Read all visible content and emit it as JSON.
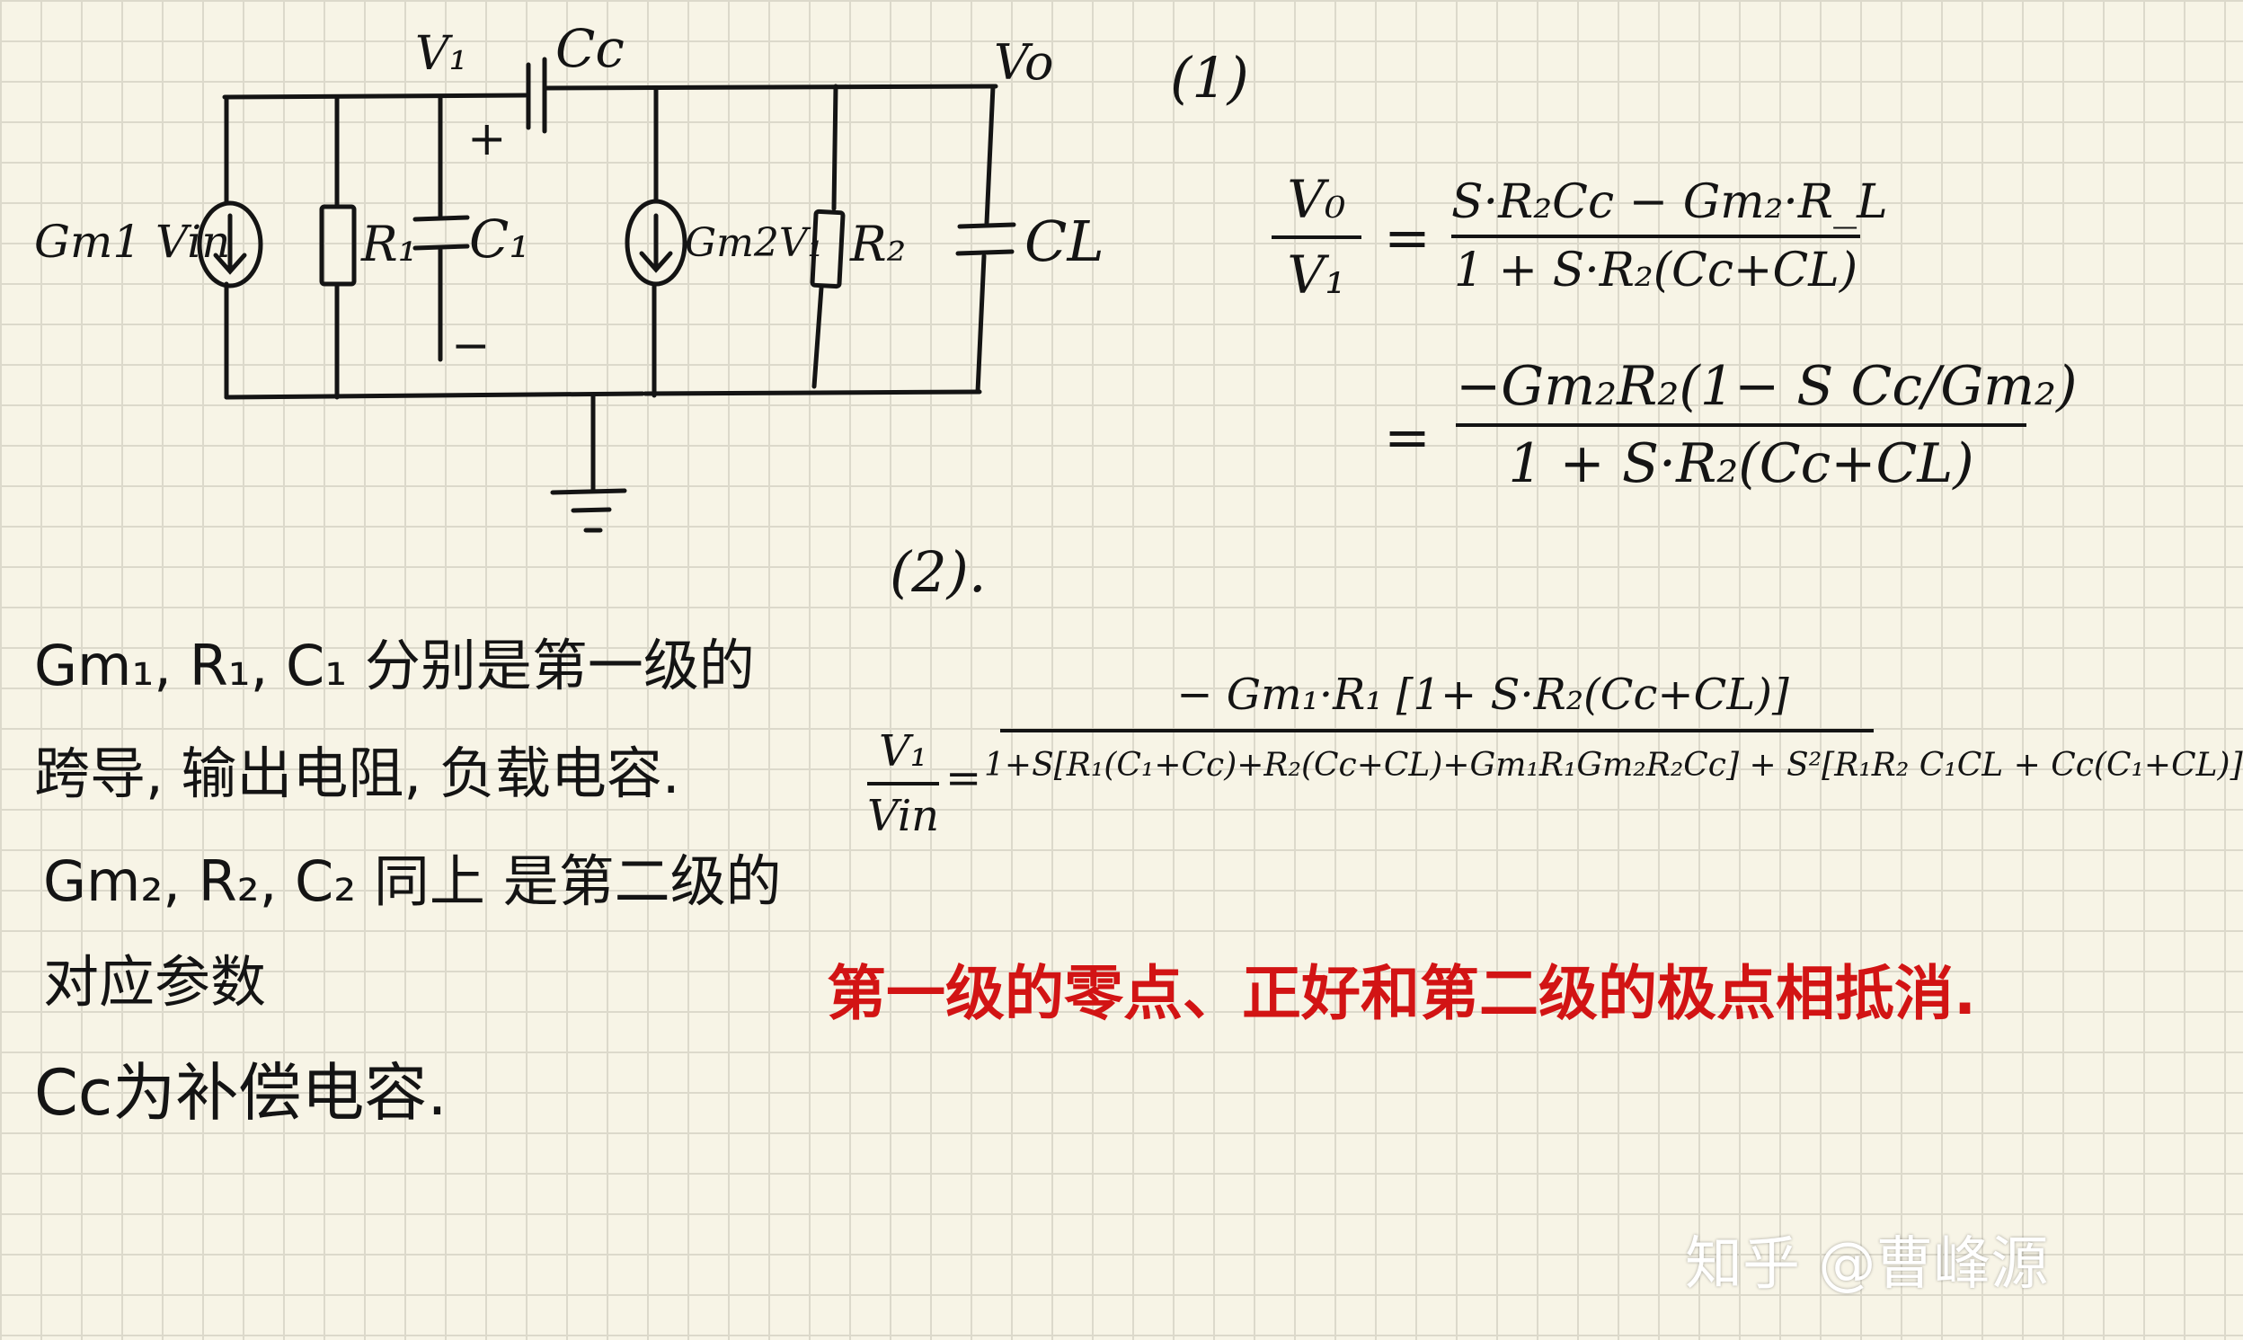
{
  "circuit": {
    "node_v1": "V₁",
    "node_vo": "Vo",
    "cap_cc": "Cc",
    "source1": "Gm1 Vin",
    "r1": "R₁",
    "c1": "C₁",
    "plus": "+",
    "minus": "−",
    "source2": "Gm2V₁",
    "r2": "R₂",
    "cl": "CL"
  },
  "part1": {
    "label": "(1)",
    "lhs_num": "V₀",
    "lhs_den": "V₁",
    "eq": "=",
    "f1_num": "S·R₂Cc − Gm₂·R_L",
    "f1_den": "1 + S·R₂(Cc+CL)",
    "f2_num": "−Gm₂R₂(1− S Cc/Gm₂)",
    "f2_den": "1 + S·R₂(Cc+CL)"
  },
  "part2": {
    "label": "(2).",
    "lhs_num": "V₁",
    "lhs_den": "Vin",
    "eq": "=",
    "num": "− Gm₁·R₁ [1+ S·R₂(Cc+CL)]",
    "den": "1+S[R₁(C₁+Cc)+R₂(Cc+CL)+Gm₁R₁Gm₂R₂Cc] + S²[R₁R₂ C₁CL + Cc(C₁+CL)]"
  },
  "notes": {
    "line1": "Gm₁, R₁, C₁ 分别是第一级的",
    "line2": "跨导, 输出电阻, 负载电容.",
    "line3": "Gm₂, R₂, C₂ 同上 是第二级的",
    "line4": "对应参数",
    "line5": "Cc为补偿电容."
  },
  "conclusion": "第一级的零点、正好和第二级的极点相抵消.",
  "watermark": "知乎 @曹峰源",
  "colors": {
    "ink": "#141414",
    "red": "#d21414",
    "paper": "#f7f4e6",
    "grid": "#dcd9cb"
  }
}
